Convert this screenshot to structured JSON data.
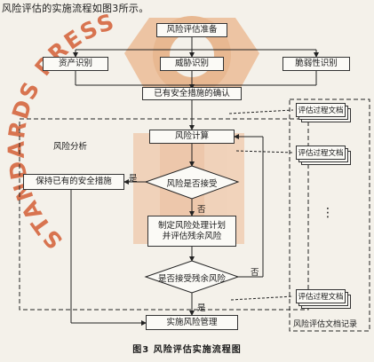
{
  "intro_text": "风险评估的实施流程如图3所示。",
  "watermark_text": "STANDARDS PRESS",
  "nodes": {
    "prepare": "风险评估准备",
    "asset": "资产识别",
    "threat": "威胁识别",
    "vuln": "脆弱性识别",
    "existing": "已有安全措施的确认",
    "analysis": "风险计算",
    "accept": "风险是否接受",
    "keep": "保持已有的安全措施",
    "plan_line1": "制定风险处理计划",
    "plan_line2": "并评估残余风险",
    "residual": "是否接受残余风险",
    "implement": "实施风险管理"
  },
  "labels": {
    "analysis_area": "风险分析",
    "yes1": "是",
    "no1": "否",
    "no2": "否",
    "yes2": "是",
    "records": "风险评估文档记录"
  },
  "documents": [
    "评估过程文档",
    "评估过程文档",
    "评估过程文档"
  ],
  "ellipsis": "⋮",
  "caption": "图3    风险评估实施流程图"
}
